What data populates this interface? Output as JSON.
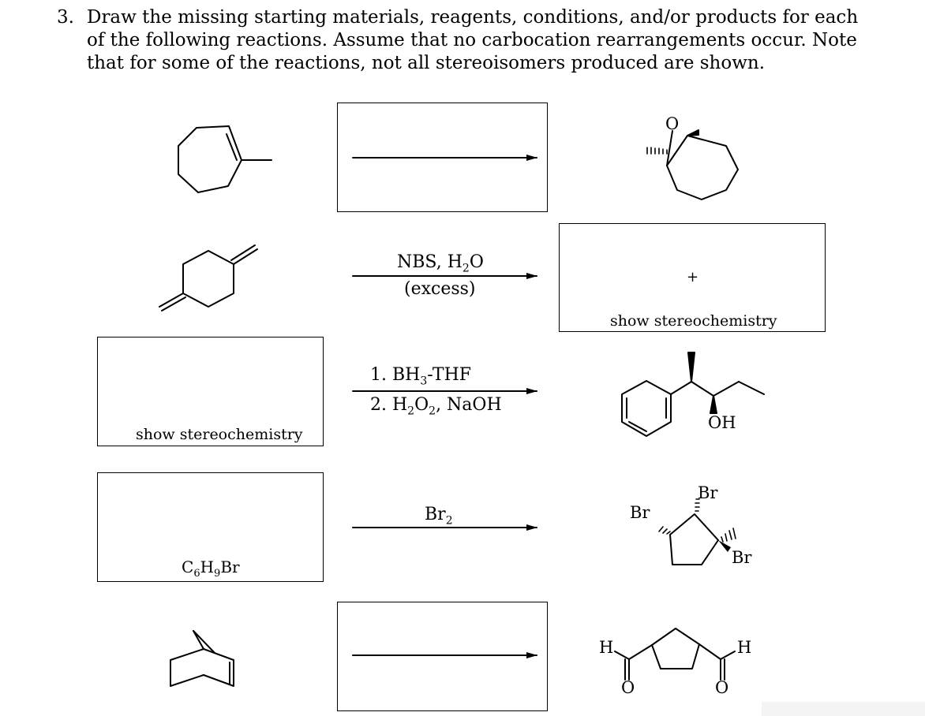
{
  "question": {
    "number": "3.",
    "text": "Draw the missing starting materials, reagents, conditions, and/or products for each of the following reactions. Assume that no carbocation rearrangements occur. Note that for some of the reactions, not all stereoisomers produced are shown."
  },
  "rows": {
    "r2": {
      "reagent_line1_pre": "NBS, H",
      "reagent_line1_sub": "2",
      "reagent_line1_post": "O",
      "reagent_line2": "(excess)",
      "plus": "+",
      "box_label": "show stereochemistry"
    },
    "r3": {
      "step1_pre": "1. BH",
      "step1_sub": "3",
      "step1_post": "-THF",
      "step2_pre": "2. H",
      "step2_sub1": "2",
      "step2_mid": "O",
      "step2_sub2": "2",
      "step2_post": ", NaOH",
      "box_label": "show stereochemistry",
      "product_oh": "OH"
    },
    "r4": {
      "reagent_pre": "Br",
      "reagent_sub": "2",
      "formula_c": "C",
      "formula_c_sub": "6",
      "formula_h": "H",
      "formula_h_sub": "9",
      "formula_br": "Br",
      "br_top": "Br",
      "br_left": "Br",
      "br_right": "Br"
    },
    "r5": {
      "h_left": "H",
      "o_left": "O",
      "h_right": "H",
      "o_right": "O"
    },
    "r1": {
      "epoxide_o": "O"
    }
  }
}
